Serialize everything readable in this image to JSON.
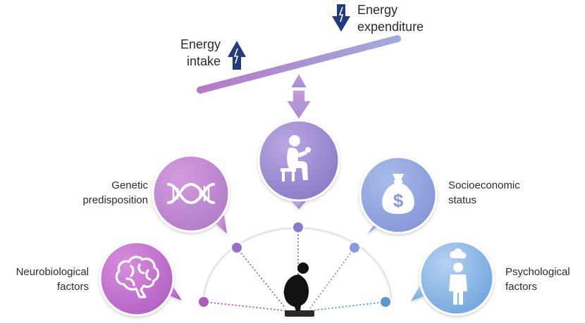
{
  "energy": {
    "intake": [
      "Energy",
      "intake"
    ],
    "expenditure": [
      "Energy",
      "expenditure"
    ]
  },
  "factors": {
    "genetic": [
      "Genetic",
      "predisposition"
    ],
    "socioeconomic": [
      "Socioeconomic",
      "status"
    ],
    "neurobiological": [
      "Neurobiological",
      "factors"
    ],
    "psychological": [
      "Psychological",
      "factors"
    ]
  },
  "icons": {
    "center": "person-eating-icon",
    "genetic": "dna-icon",
    "socioeconomic": "money-bag-icon",
    "neurobiological": "brain-icon",
    "psychological": "stressed-person-icon",
    "center_figure": "person-on-scale-icon"
  },
  "colors": {
    "purple": "#b06ac6",
    "violet": "#9b86cf",
    "blue": "#5d96d3",
    "arrow_navy": "#253a7a"
  }
}
